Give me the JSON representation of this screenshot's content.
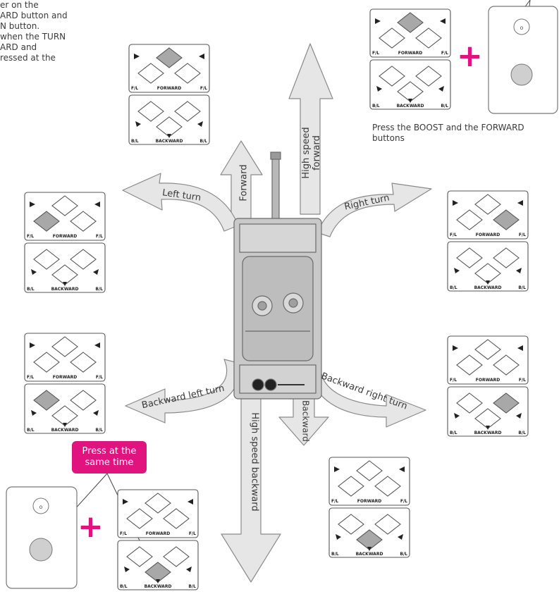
{
  "instructions": {
    "top_left": "er on the\nARD button and\nN button.\nwhen the TURN\nARD and\nressed at the",
    "boost_note": "Press the BOOST and the FORWARD\nbuttons",
    "same_time_badge": "Press at the\nsame time"
  },
  "directions": {
    "forward": "Forward",
    "high_speed_forward": "High speed forward",
    "left_turn": "Left turn",
    "right_turn": "Right turn",
    "backward": "Backward",
    "backward_left_turn": "Backward left turn",
    "backward_right_turn": "Backward right turn",
    "high_speed_backward": "High speed backward"
  },
  "controller": {
    "forward_label": "FORWARD",
    "backward_label": "BACKWARD",
    "fl_label": "F/L",
    "bl_label": "B/L"
  },
  "colors": {
    "accent": "#e0137f",
    "pressed": "#a8a8a8",
    "arrow_fill": "#e6e6e6",
    "arrow_stroke": "#8a8a8a"
  },
  "controllers_pressed": [
    {
      "id": "boost-forward",
      "pressed": "forward"
    },
    {
      "id": "forward",
      "pressed": "forward"
    },
    {
      "id": "left-turn",
      "pressed": "front-left"
    },
    {
      "id": "right-turn",
      "pressed": "front-right"
    },
    {
      "id": "backward-left",
      "pressed": "back-left"
    },
    {
      "id": "backward-right",
      "pressed": "back-right"
    },
    {
      "id": "backward",
      "pressed": "backward"
    },
    {
      "id": "boost-backward",
      "pressed": "backward"
    }
  ]
}
